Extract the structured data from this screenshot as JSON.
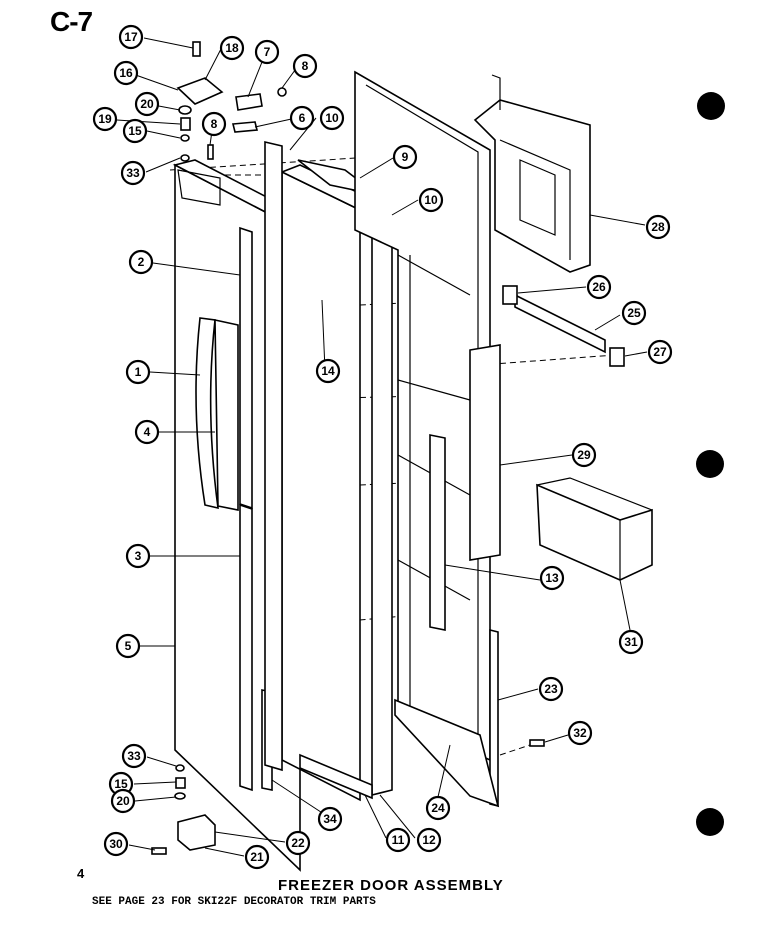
{
  "header": {
    "page_code": "C-7",
    "page_number": "4"
  },
  "caption": {
    "title": "FREEZER DOOR ASSEMBLY",
    "note": "SEE PAGE 23 FOR SKI22F DECORATOR TRIM PARTS"
  },
  "callouts": [
    {
      "id": "c1",
      "label": "1"
    },
    {
      "id": "c2",
      "label": "2"
    },
    {
      "id": "c3",
      "label": "3"
    },
    {
      "id": "c4",
      "label": "4"
    },
    {
      "id": "c5",
      "label": "5"
    },
    {
      "id": "c6",
      "label": "6"
    },
    {
      "id": "c7",
      "label": "7"
    },
    {
      "id": "c8a",
      "label": "8"
    },
    {
      "id": "c8b",
      "label": "8"
    },
    {
      "id": "c9",
      "label": "9"
    },
    {
      "id": "c10a",
      "label": "10"
    },
    {
      "id": "c10b",
      "label": "10"
    },
    {
      "id": "c11",
      "label": "11"
    },
    {
      "id": "c12",
      "label": "12"
    },
    {
      "id": "c13",
      "label": "13"
    },
    {
      "id": "c14",
      "label": "14"
    },
    {
      "id": "c15a",
      "label": "15"
    },
    {
      "id": "c15b",
      "label": "15"
    },
    {
      "id": "c16",
      "label": "16"
    },
    {
      "id": "c17",
      "label": "17"
    },
    {
      "id": "c18",
      "label": "18"
    },
    {
      "id": "c19",
      "label": "19"
    },
    {
      "id": "c20a",
      "label": "20"
    },
    {
      "id": "c20b",
      "label": "20"
    },
    {
      "id": "c21",
      "label": "21"
    },
    {
      "id": "c22",
      "label": "22"
    },
    {
      "id": "c23",
      "label": "23"
    },
    {
      "id": "c24",
      "label": "24"
    },
    {
      "id": "c25",
      "label": "25"
    },
    {
      "id": "c26",
      "label": "26"
    },
    {
      "id": "c27",
      "label": "27"
    },
    {
      "id": "c28",
      "label": "28"
    },
    {
      "id": "c29",
      "label": "29"
    },
    {
      "id": "c30",
      "label": "30"
    },
    {
      "id": "c31",
      "label": "31"
    },
    {
      "id": "c32",
      "label": "32"
    },
    {
      "id": "c33a",
      "label": "33"
    },
    {
      "id": "c33b",
      "label": "33"
    },
    {
      "id": "c34",
      "label": "34"
    }
  ]
}
